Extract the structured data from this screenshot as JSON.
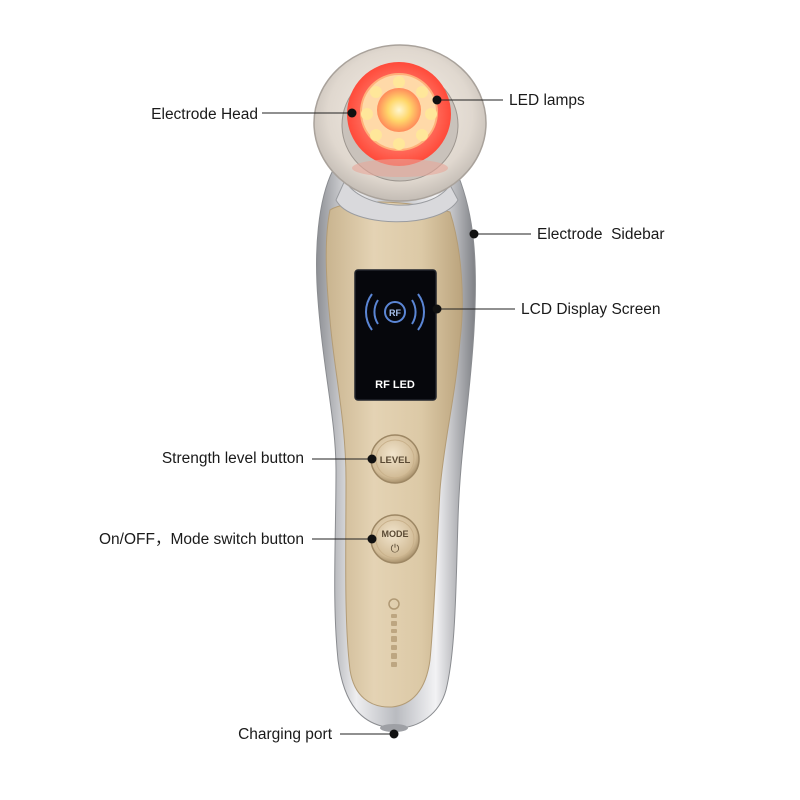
{
  "callouts": {
    "electrode_head": "Electrode Head",
    "led_lamps": "LED lamps",
    "electrode_sidebar": "Electrode  Sidebar",
    "lcd_display": "LCD Display Screen",
    "strength_level": "Strength level button",
    "mode_switch": "On/OFF，Mode switch button",
    "charging_port": "Charging port"
  },
  "device": {
    "screen_badge": "RF",
    "screen_text": "RF LED",
    "level_button": "LEVEL",
    "mode_button": "MODE",
    "power_symbol": "⏻"
  },
  "colors": {
    "body_gold": "#d8c3a0",
    "chrome": "#c9c9cc",
    "screen_bg": "#06070c",
    "screen_icon": "#5b86d6",
    "led_red": "#ff5a4a",
    "led_yellow": "#ffd76a"
  },
  "icons": {
    "rf_signal": "rf-wave-icon",
    "power": "power-icon",
    "brand": "brand-logo-icon"
  }
}
